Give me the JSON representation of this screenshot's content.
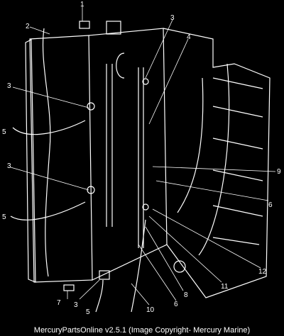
{
  "caption": "MercuryPartsOnline v2.5.1 (Image Copyright- Mercury Marine)",
  "callouts": [
    "1",
    "2",
    "3",
    "4",
    "3",
    "5",
    "3",
    "5",
    "9",
    "6",
    "12",
    "11",
    "8",
    "6",
    "10",
    "7",
    "3",
    "5"
  ],
  "colors": {
    "background": "#000000",
    "line": "#ffffff",
    "text": "#ffffff"
  }
}
